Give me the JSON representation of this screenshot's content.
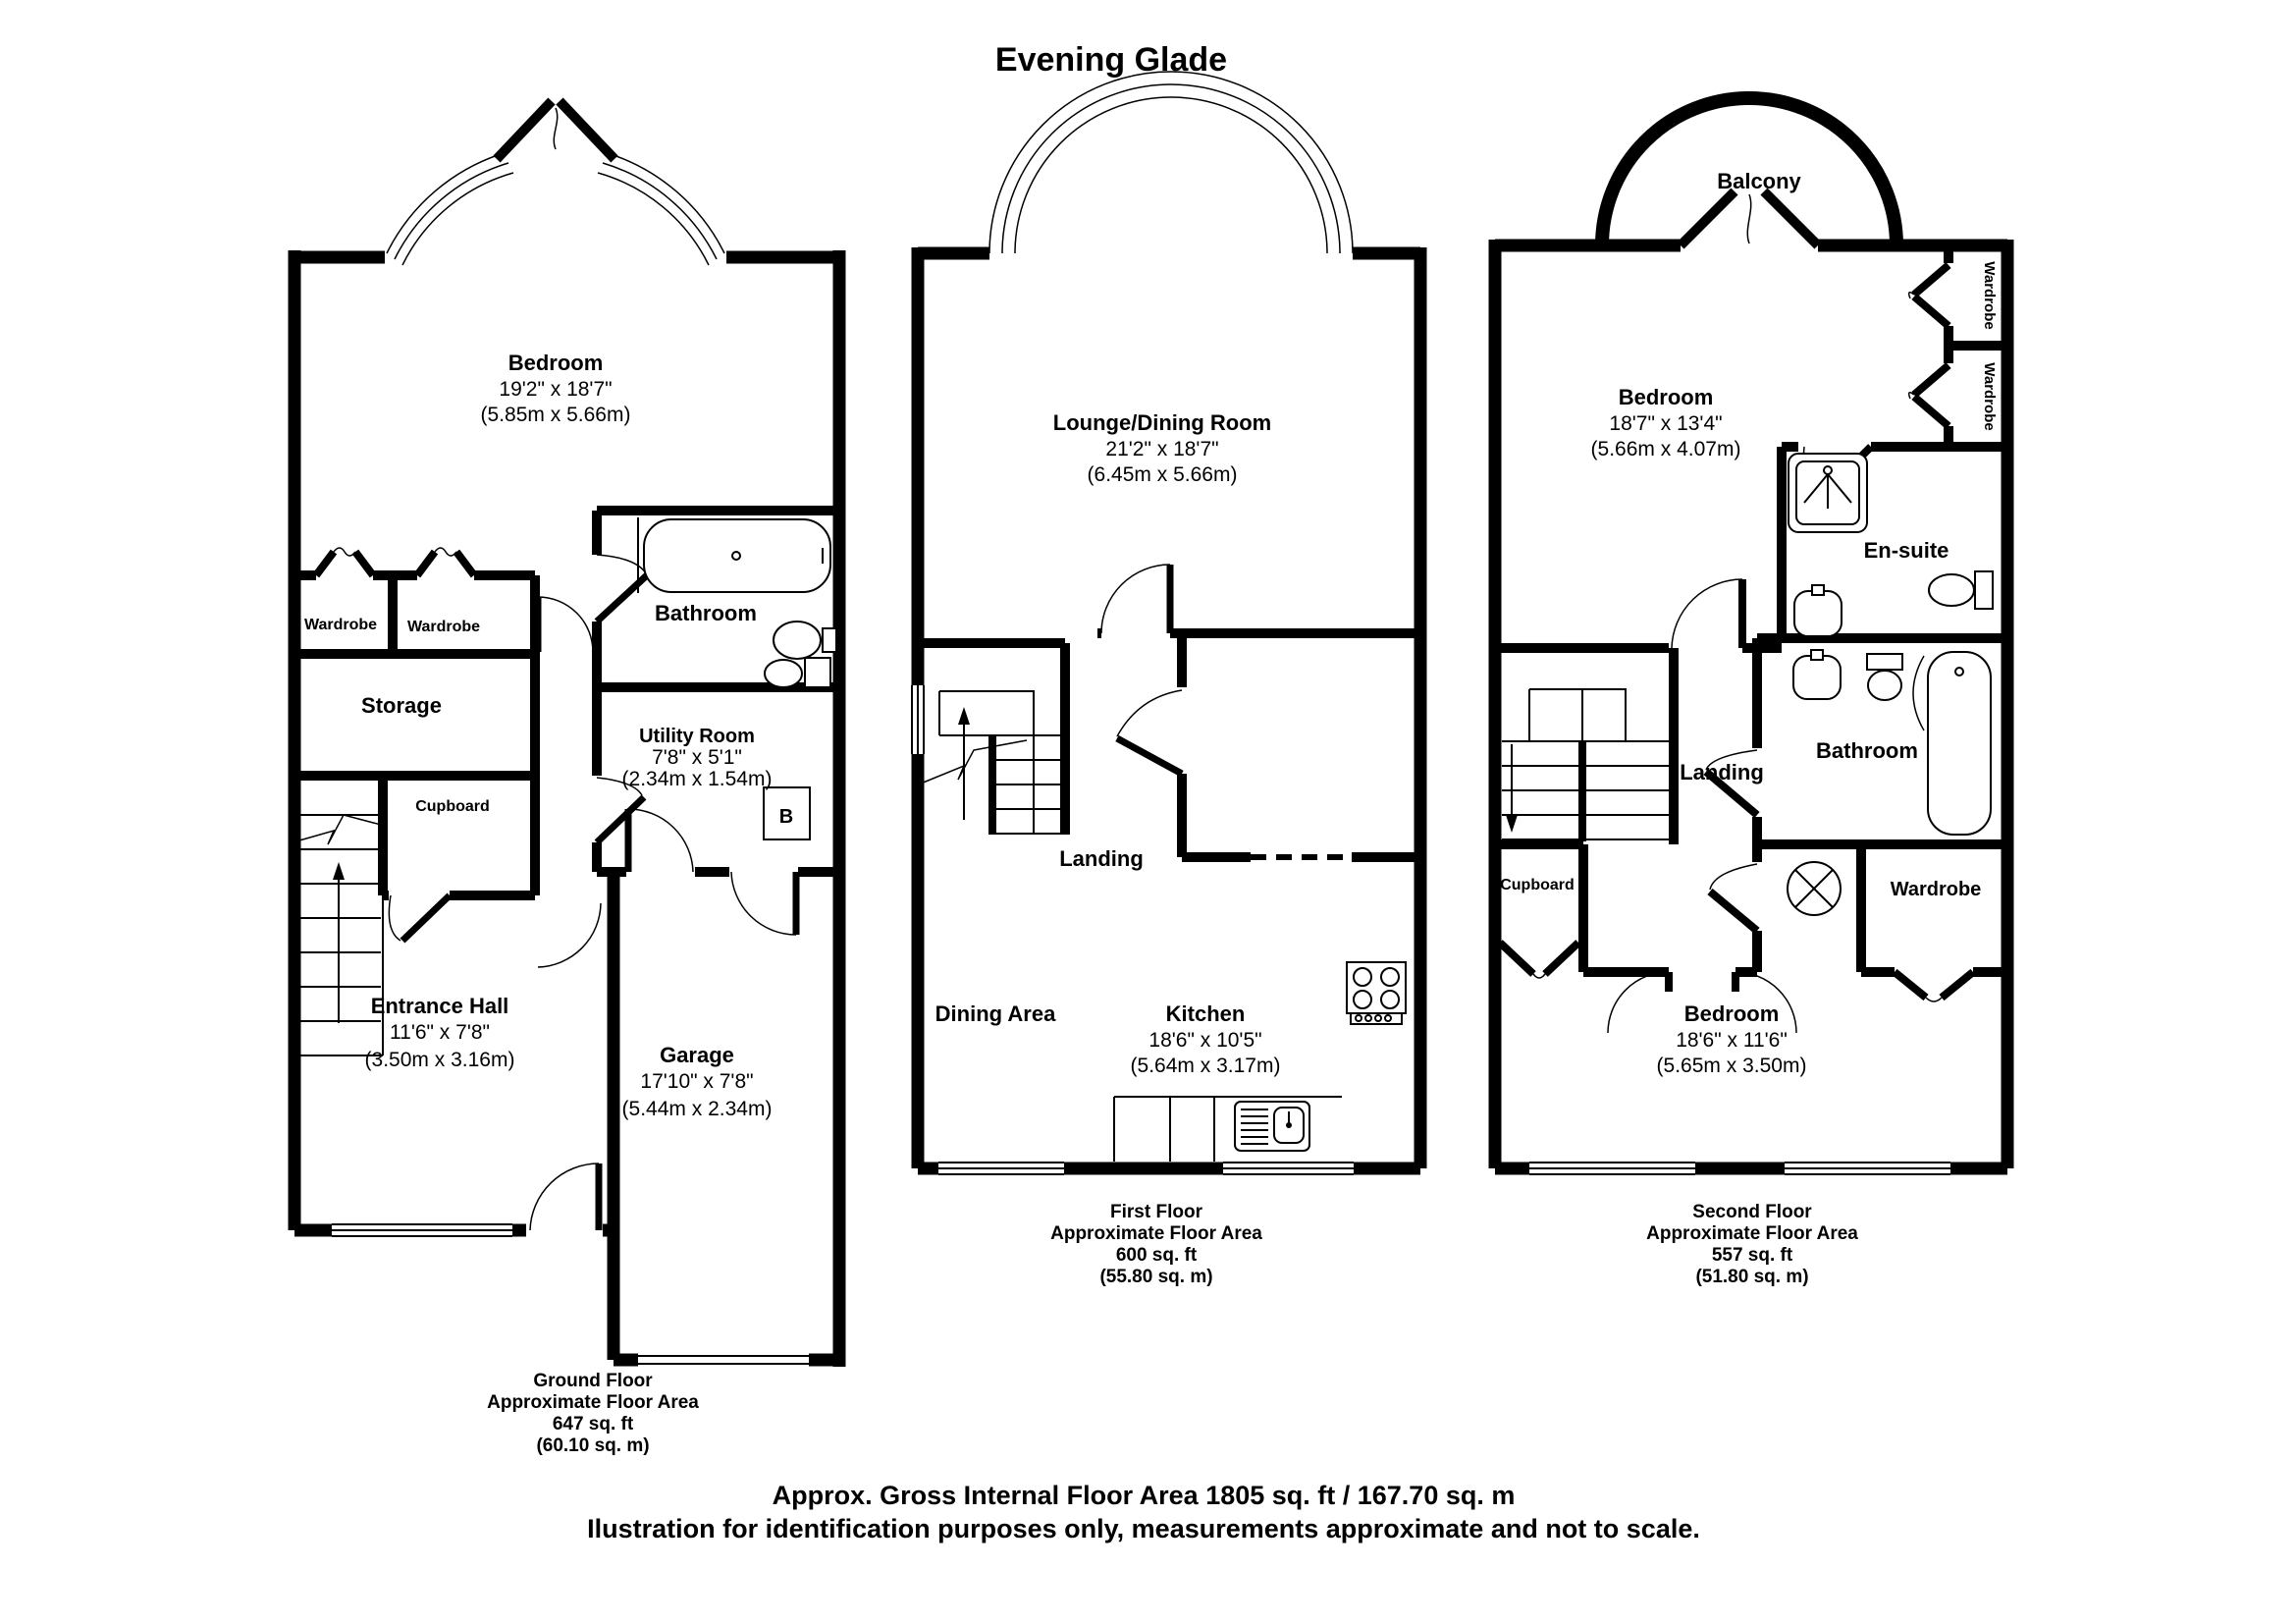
{
  "title": "Evening Glade",
  "footer": {
    "line1": "Approx. Gross Internal Floor Area 1805 sq. ft / 167.70 sq. m",
    "line2": "Ilustration for identification purposes only, measurements approximate and not to scale."
  },
  "ground": {
    "caption": {
      "l1": "Ground Floor",
      "l2": "Approximate Floor Area",
      "l3": "647 sq. ft",
      "l4": "(60.10 sq. m)"
    },
    "bedroom": {
      "name": "Bedroom",
      "ft": "19'2\" x 18'7\"",
      "m": "(5.85m x 5.66m)"
    },
    "bathroom": "Bathroom",
    "wardrobe1": "Wardrobe",
    "wardrobe2": "Wardrobe",
    "storage": "Storage",
    "cupboard": "Cupboard",
    "utility": {
      "name": "Utility Room",
      "ft": "7'8\" x 5'1\"",
      "m": "(2.34m x 1.54m)"
    },
    "boiler": "B",
    "entrance": {
      "name": "Entrance Hall",
      "ft": "11'6\" x 7'8\"",
      "m": "(3.50m x 3.16m)"
    },
    "garage": {
      "name": "Garage",
      "ft": "17'10\" x 7'8\"",
      "m": "(5.44m x 2.34m)"
    }
  },
  "first": {
    "caption": {
      "l1": "First Floor",
      "l2": "Approximate Floor Area",
      "l3": "600 sq. ft",
      "l4": "(55.80 sq. m)"
    },
    "lounge": {
      "name": "Lounge/Dining Room",
      "ft": "21'2\" x 18'7\"",
      "m": "(6.45m x 5.66m)"
    },
    "landing": "Landing",
    "dining": "Dining Area",
    "kitchen": {
      "name": "Kitchen",
      "ft": "18'6\" x 10'5\"",
      "m": "(5.64m x 3.17m)"
    }
  },
  "second": {
    "caption": {
      "l1": "Second Floor",
      "l2": "Approximate Floor Area",
      "l3": "557 sq. ft",
      "l4": "(51.80 sq. m)"
    },
    "balcony": "Balcony",
    "bedroom1": {
      "name": "Bedroom",
      "ft": "18'7\" x 13'4\"",
      "m": "(5.66m x 4.07m)"
    },
    "wardrobe1": "Wardrobe",
    "wardrobe2": "Wardrobe",
    "ensuite": "En-suite",
    "bathroom": "Bathroom",
    "landing": "Landing",
    "cupboard": "Cupboard",
    "wardrobe3": "Wardrobe",
    "bedroom2": {
      "name": "Bedroom",
      "ft": "18'6\" x 11'6\"",
      "m": "(5.65m x 3.50m)"
    }
  }
}
